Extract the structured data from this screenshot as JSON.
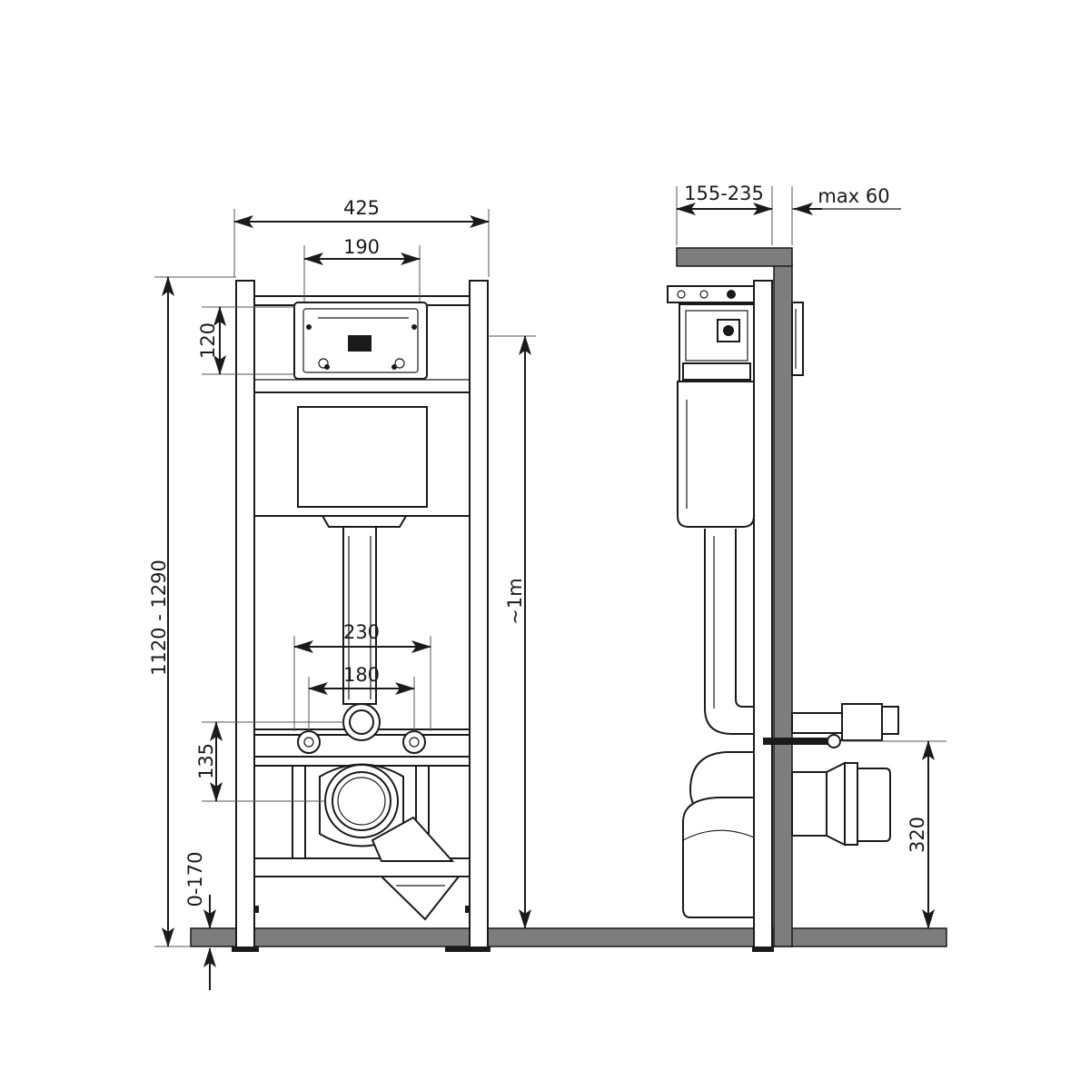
{
  "colors": {
    "line": "#1a1a1a",
    "wall": "#7d7d7d",
    "background": "#ffffff"
  },
  "front_view": {
    "dim_width_total": "425",
    "dim_plate_width": "190",
    "dim_plate_height": "120",
    "dim_total_height": "1120 - 1290",
    "dim_approx_height": "~1m",
    "dim_stud_spacing": "230",
    "dim_pipe_spacing": "180",
    "dim_outlet_offset": "135",
    "dim_foot_adjust": "0-170"
  },
  "side_view": {
    "dim_depth": "155-235",
    "dim_wall_max": "max 60",
    "dim_outlet_height": "320"
  }
}
